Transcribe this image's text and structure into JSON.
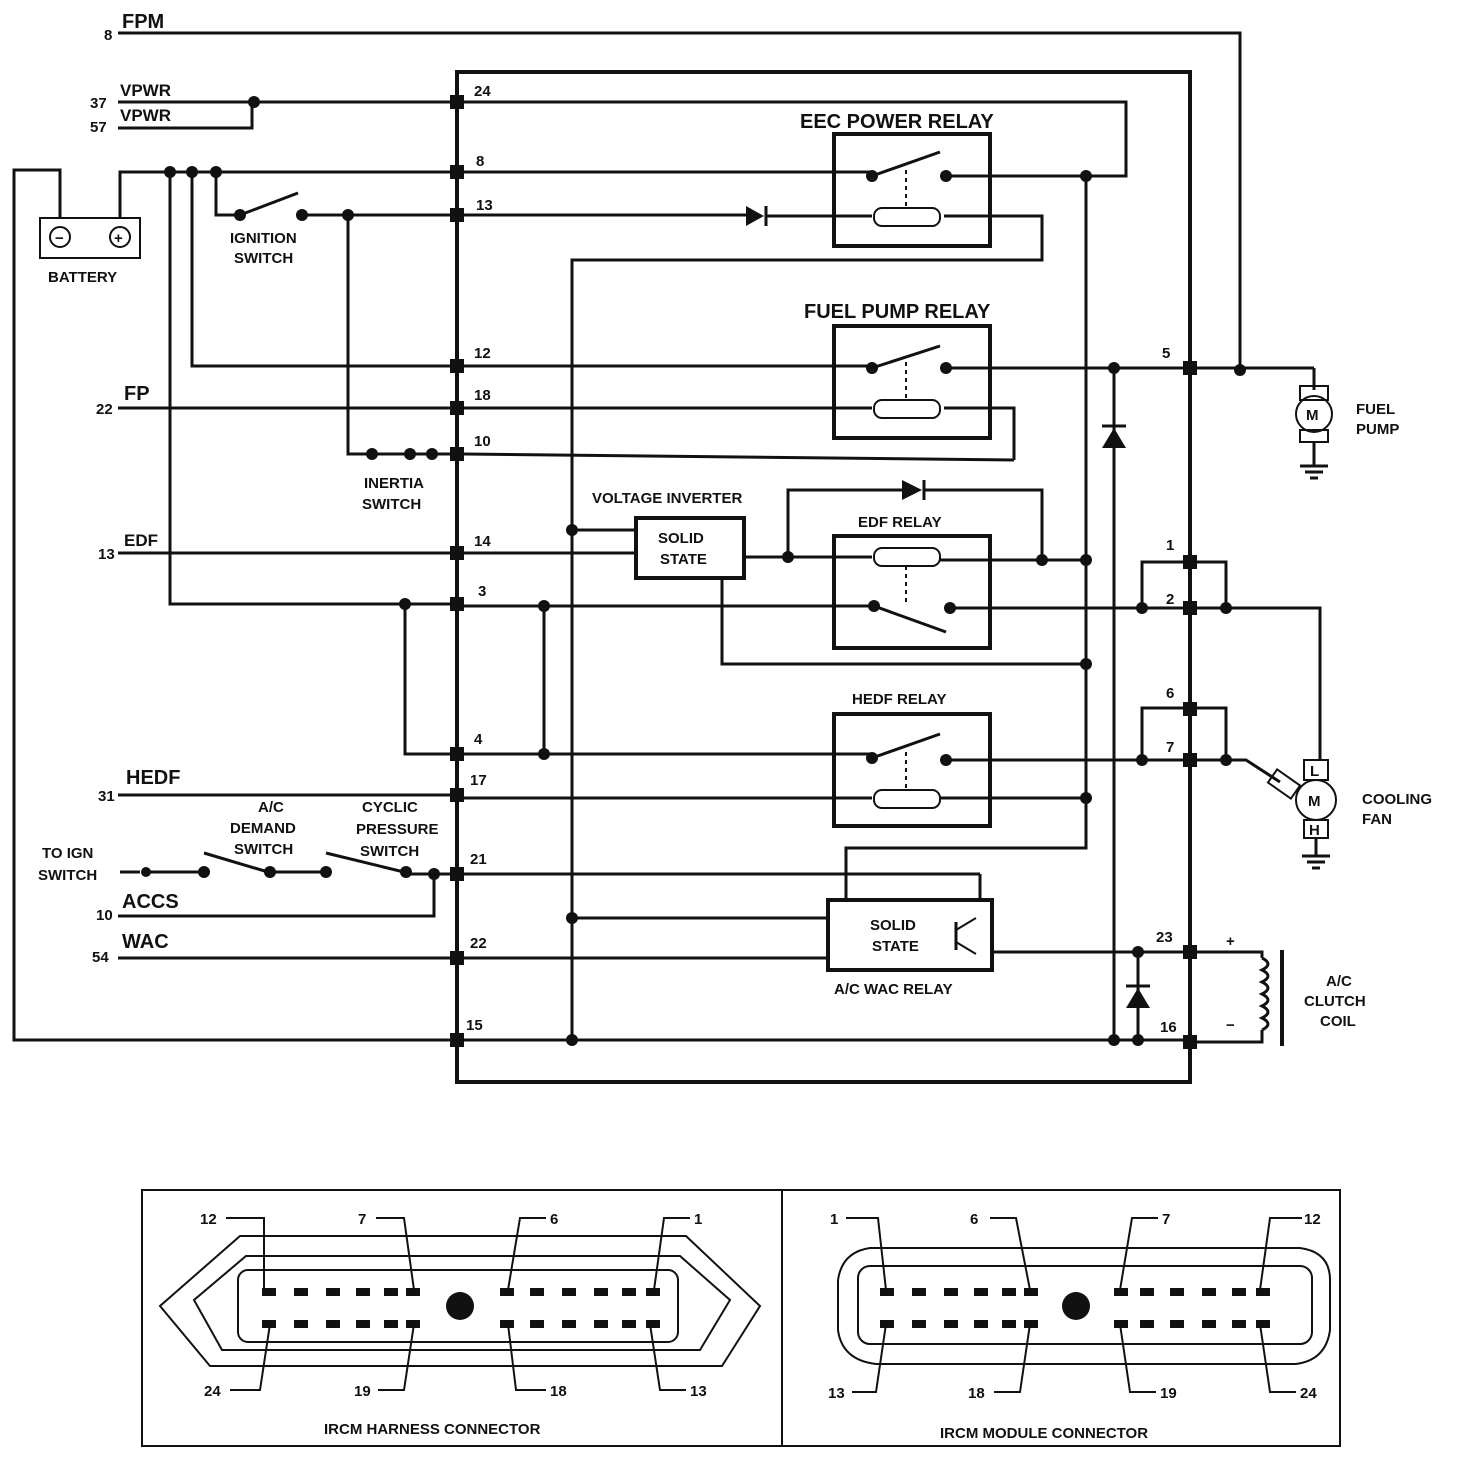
{
  "left_wires": {
    "fpm": {
      "num": "8",
      "name": "FPM"
    },
    "vpwr1": {
      "num": "37",
      "name": "VPWR"
    },
    "vpwr2": {
      "num": "57",
      "name": "VPWR"
    },
    "fp": {
      "num": "22",
      "name": "FP"
    },
    "edf": {
      "num": "13",
      "name": "EDF"
    },
    "hedf": {
      "num": "31",
      "name": "HEDF"
    },
    "accs": {
      "num": "10",
      "name": "ACCS"
    },
    "wac": {
      "num": "54",
      "name": "WAC"
    }
  },
  "components": {
    "battery": "BATTERY",
    "battery_neg": "−",
    "battery_pos": "+",
    "ignition_switch_1": "IGNITION",
    "ignition_switch_2": "SWITCH",
    "inertia_switch_1": "INERTIA",
    "inertia_switch_2": "SWITCH",
    "to_ign_1": "TO IGN",
    "to_ign_2": "SWITCH",
    "ac_demand_1": "A/C",
    "ac_demand_2": "DEMAND",
    "ac_demand_3": "SWITCH",
    "cyclic_1": "CYCLIC",
    "cyclic_2": "PRESSURE",
    "cyclic_3": "SWITCH",
    "eec_relay": "EEC POWER RELAY",
    "fuel_pump_relay": "FUEL PUMP RELAY",
    "voltage_inverter": "VOLTAGE INVERTER",
    "solid_state_1a": "SOLID",
    "solid_state_1b": "STATE",
    "edf_relay": "EDF RELAY",
    "hedf_relay": "HEDF RELAY",
    "solid_state_2a": "SOLID",
    "solid_state_2b": "STATE",
    "ac_wac_relay": "A/C WAC RELAY",
    "fuel_pump_1": "FUEL",
    "fuel_pump_2": "PUMP",
    "motor": "M",
    "cooling_fan_1": "COOLING",
    "cooling_fan_2": "FAN",
    "fan_l": "L",
    "fan_h": "H",
    "ac_clutch_1": "A/C",
    "ac_clutch_2": "CLUTCH",
    "ac_clutch_3": "COIL",
    "coil_plus": "+",
    "coil_minus": "−",
    "coil_text": "OOOOO"
  },
  "module_pins_left": [
    "24",
    "8",
    "13",
    "12",
    "18",
    "10",
    "14",
    "3",
    "4",
    "17",
    "21",
    "22",
    "15"
  ],
  "module_pins_right": [
    "5",
    "1",
    "2",
    "6",
    "7",
    "23",
    "16"
  ],
  "harness_connector": {
    "title": "IRCM HARNESS CONNECTOR",
    "pins_top": [
      "12",
      "7",
      "6",
      "1"
    ],
    "pins_bottom": [
      "24",
      "19",
      "18",
      "13"
    ]
  },
  "module_connector": {
    "title": "IRCM MODULE CONNECTOR",
    "pins_top": [
      "1",
      "6",
      "7",
      "12"
    ],
    "pins_bottom": [
      "13",
      "18",
      "19",
      "24"
    ]
  }
}
